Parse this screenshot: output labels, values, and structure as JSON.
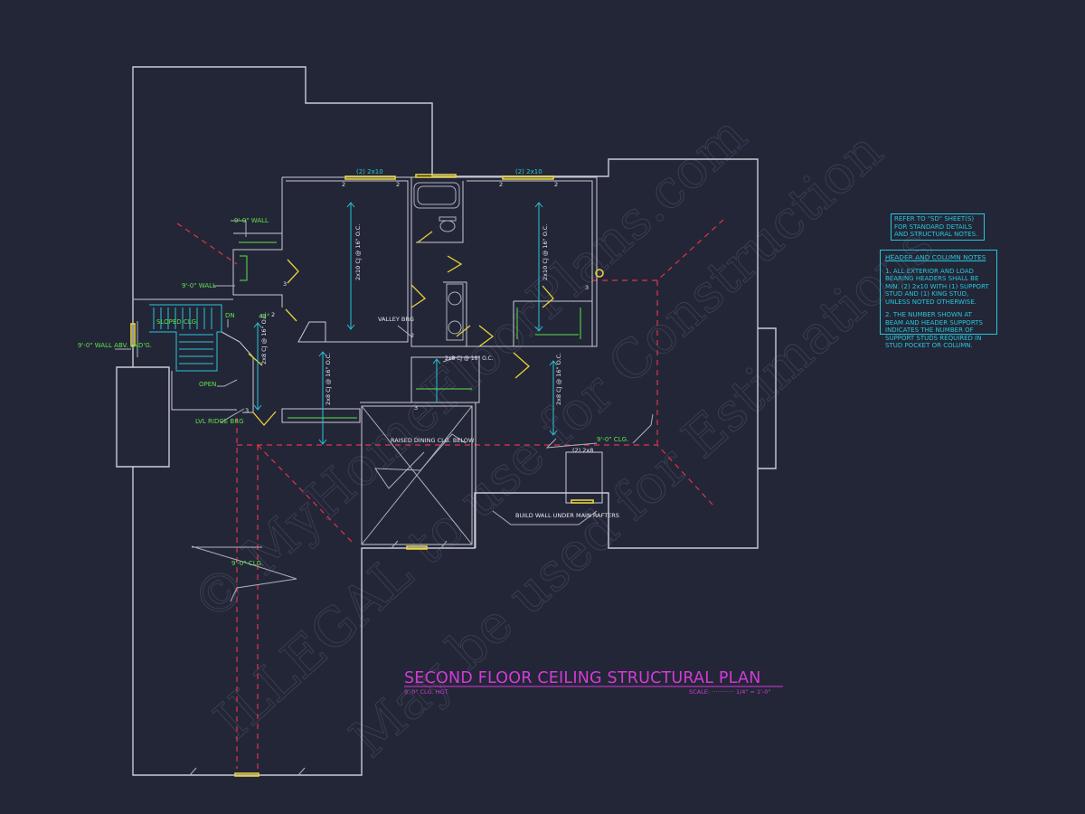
{
  "title": "SECOND FLOOR CEILING STRUCTURAL PLAN",
  "subtitle": "9'-0\" CLG. HGT.",
  "scale_label": "SCALE: ············ 1/4\" = 1'-0\"",
  "watermark": {
    "line1": "© MyHomeFloorPlans.com",
    "line2": "ILLEGAL to use for Construction",
    "line3": "May be used for Estimations"
  },
  "refer_note": "REFER TO \"SD\" SHEET(S) FOR STANDARD DETAILS AND STRUCTURAL NOTES.",
  "header_notes": {
    "heading": "HEADER AND COLUMN NOTES",
    "note1": "1. ALL EXTERIOR AND LOAD BEARING HEADERS SHALL BE MIN. (2) 2x10 WITH (1) SUPPORT STUD AND (1) KING STUD, UNLESS NOTED OTHERWISE.",
    "note2": "2. THE NUMBER SHOWN AT BEAM AND HEADER SUPPORTS INDICATES THE NUMBER OF SUPPORT STUDS REQUIRED IN STUD POCKET OR COLUMN."
  },
  "headers": {
    "left": "(2) 2x10",
    "right": "(2) 2x10",
    "small": "(2) 2x8"
  },
  "joists": {
    "j1": "2x10 CJ @ 16\" O.C.",
    "j2": "2x10 CJ @ 16\" O.C.",
    "j3": "2x8 CJ @ 16\" O.C.",
    "j4": "2x8 CJ @ 16\" O.C.",
    "j5": "2x8 CJ @ 16\" O.C.",
    "j6": "2x8 CJ @ 16\" O.C."
  },
  "labels": {
    "wall_top": "9'-0\" WALL",
    "wall_mid": "9'-0\" WALL",
    "wall_stair": "9'-0\" WALL ABV. LND'G.",
    "sloped_clg": "SLOPED CLG.",
    "dn": "DN",
    "deg": "45°",
    "open": "OPEN",
    "lvl_ridge": "LVL RIDGE BRG",
    "valley": "VALLEY BRG",
    "raised_dining": "RAISED DINING CLG. BELOW",
    "clg_right": "9'-0\" CLG.",
    "clg_left": "9'-0\" CLG.",
    "build_wall": "BUILD WALL UNDER MAIN RAFTERS"
  },
  "stud_counts": [
    "2",
    "2",
    "2",
    "2",
    "3",
    "3",
    "2",
    "3",
    "3",
    "2"
  ],
  "colors": {
    "background": "#232637",
    "walls": "#c9cbd6",
    "ridge_lines": "#e0334a",
    "annotation": "#27c6d8",
    "labels": "#5ee24a",
    "doors_headers": "#e8d23a",
    "title": "#d43ad8"
  }
}
